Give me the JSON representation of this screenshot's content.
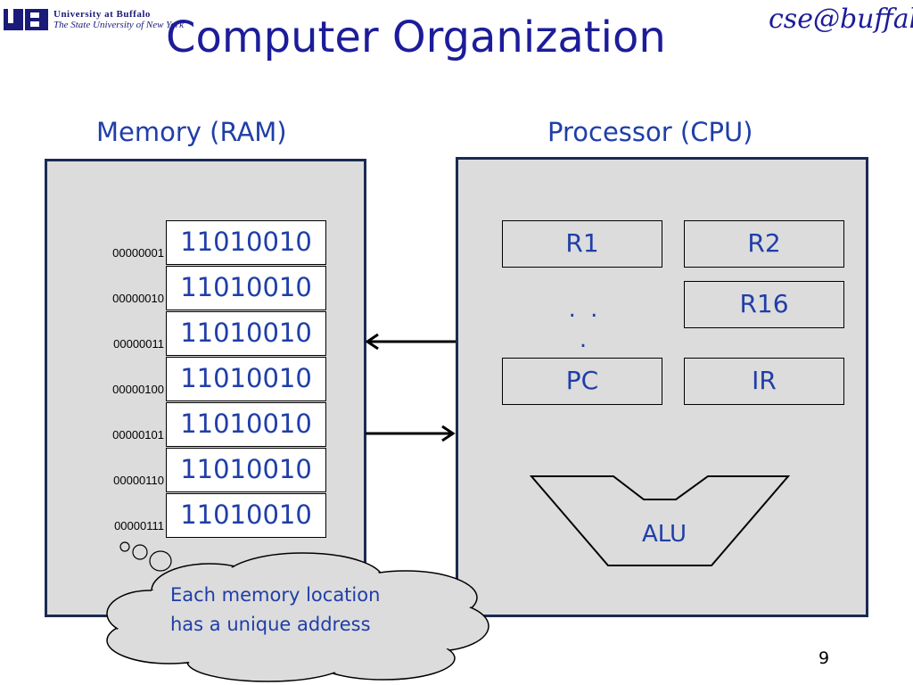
{
  "slide": {
    "title": "Computer Organization",
    "page_number": "9"
  },
  "logos": {
    "ub_name": "University at Buffalo",
    "ub_subtitle": "The State University of New York",
    "cse_logo_text": "cse@buffalo"
  },
  "memory": {
    "heading": "Memory (RAM)",
    "rows": [
      {
        "address": "00000001",
        "value": "11010010"
      },
      {
        "address": "00000010",
        "value": "11010010"
      },
      {
        "address": "00000011",
        "value": "11010010"
      },
      {
        "address": "00000100",
        "value": "11010010"
      },
      {
        "address": "00000101",
        "value": "11010010"
      },
      {
        "address": "00000110",
        "value": "11010010"
      },
      {
        "address": "00000111",
        "value": "11010010"
      }
    ]
  },
  "processor": {
    "heading": "Processor (CPU)",
    "registers": {
      "r1": "R1",
      "r2": "R2",
      "ellipsis": ". . .",
      "r16": "R16",
      "pc": "PC",
      "ir": "IR"
    },
    "alu": "ALU"
  },
  "callout": {
    "text": "Each memory location has a unique address"
  },
  "colors": {
    "title": "#1c1c9a",
    "text_blue": "#1f3ea8",
    "box_fill": "#dcdcdc",
    "box_border": "#1a2a52"
  }
}
